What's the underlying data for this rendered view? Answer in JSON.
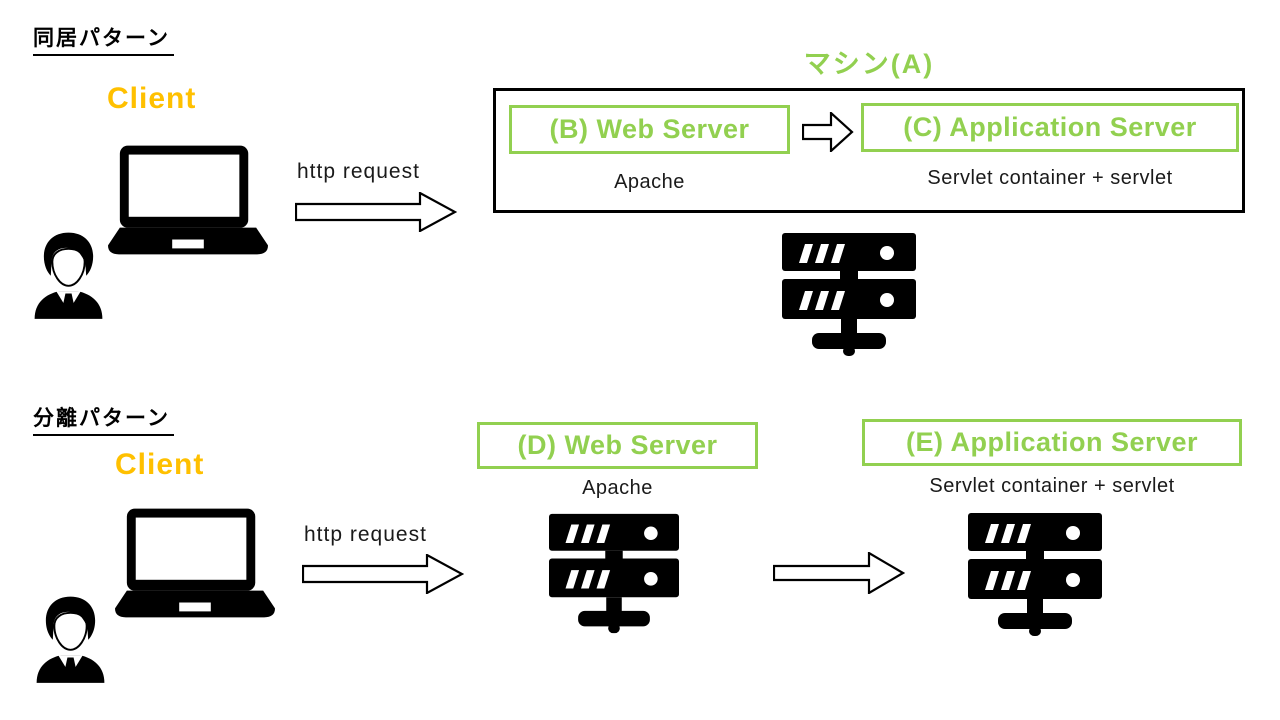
{
  "colors": {
    "green": "#92D050",
    "orange": "#FFC000",
    "ink": "#1a1a1a"
  },
  "icons": {
    "client_device": "laptop-icon",
    "client_user": "person-icon",
    "server_machine": "server-icon",
    "flow_arrow": "right-arrow-icon"
  },
  "pattern1": {
    "title": "同居パターン",
    "client_label": "Client",
    "http_request_label": "http request",
    "machine_label": "マシン(A)",
    "web_server": {
      "label": "(B) Web Server",
      "sublabel": "Apache"
    },
    "app_server": {
      "label": "(C) Application Server",
      "sublabel": "Servlet container + servlet"
    }
  },
  "pattern2": {
    "title": "分離パターン",
    "client_label": "Client",
    "http_request_label": "http request",
    "web_server": {
      "label": "(D) Web Server",
      "sublabel": "Apache"
    },
    "app_server": {
      "label": "(E) Application Server",
      "sublabel": "Servlet container + servlet"
    }
  }
}
